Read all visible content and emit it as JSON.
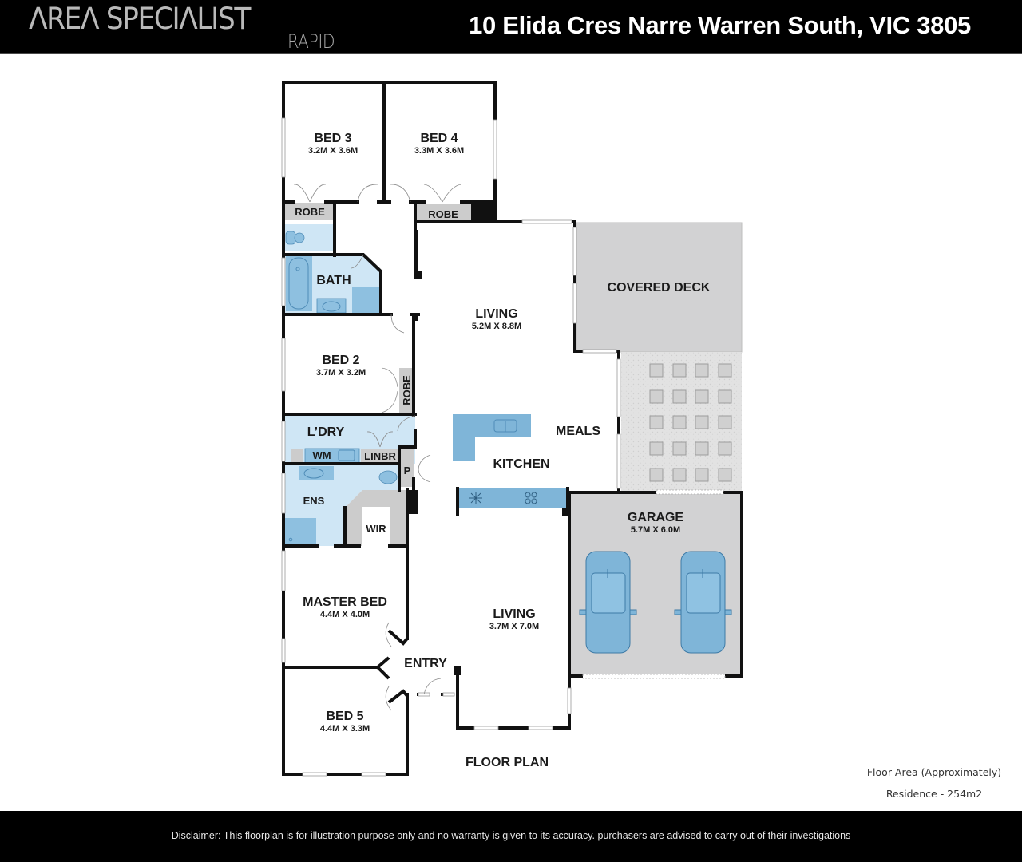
{
  "header": {
    "brand_name": "ΛREΛ SPECIΛLIST",
    "brand_sub": "RAPID",
    "address": "10 Elida Cres Narre Warren South, VIC 3805"
  },
  "floorplan": {
    "title": "FLOOR PLAN",
    "rooms": {
      "bed3": {
        "name": "BED 3",
        "dims": "3.2M X 3.6M"
      },
      "bed4": {
        "name": "BED 4",
        "dims": "3.3M X 3.6M"
      },
      "robe_bed3": {
        "name": "ROBE"
      },
      "robe_bed4": {
        "name": "ROBE"
      },
      "bath": {
        "name": "BATH"
      },
      "bed2": {
        "name": "BED 2",
        "dims": "3.7M X 3.2M"
      },
      "robe_bed2": {
        "name": "ROBE"
      },
      "laundry": {
        "name": "L’DRY"
      },
      "wm": {
        "name": "WM"
      },
      "linen": {
        "name": "LINBR"
      },
      "pantry": {
        "name": "P"
      },
      "ensuite": {
        "name": "ENS"
      },
      "wir": {
        "name": "WIR"
      },
      "master_bed": {
        "name": "MASTER BED",
        "dims": "4.4M X 4.0M"
      },
      "entry": {
        "name": "ENTRY"
      },
      "bed5": {
        "name": "BED 5",
        "dims": "4.4M X 3.3M"
      },
      "living_main": {
        "name": "LIVING",
        "dims": "5.2M X 8.8M"
      },
      "meals": {
        "name": "MEALS"
      },
      "kitchen": {
        "name": "KITCHEN"
      },
      "covered_deck": {
        "name": "COVERED DECK"
      },
      "garage": {
        "name": "GARAGE",
        "dims": "5.7M X 6.0M"
      },
      "living_front": {
        "name": "LIVING",
        "dims": "3.7M X 7.0M"
      }
    },
    "colors": {
      "wall": "#111111",
      "wet_area": "#cfe6f5",
      "fixture": "#7fb5d8",
      "robe": "#cccccc",
      "deck": "#d2d2d3",
      "paving": "#e3e3e3"
    }
  },
  "area": {
    "heading": "Floor Area (Approximately)",
    "residence": "Residence - 254m2"
  },
  "footer": {
    "disclaimer": "Disclaimer: This floorplan is for illustration purpose only and no warranty is given to its accuracy. purchasers are advised to carry out of their investigations"
  }
}
